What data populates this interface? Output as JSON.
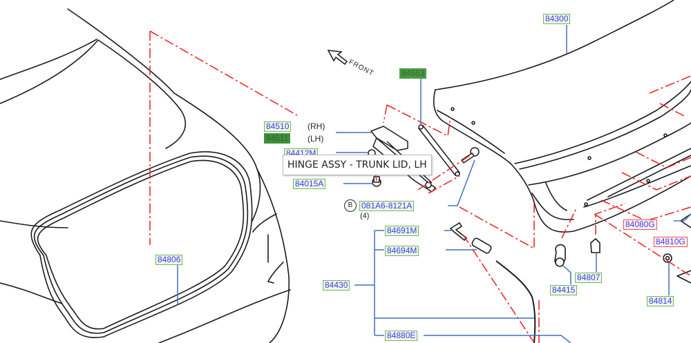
{
  "diagram": {
    "orientation_label": "FRONT",
    "tooltip": "HINGE ASSY - TRUNK LID, LH",
    "bolt_callout": {
      "letter": "B",
      "quantity": "(4)"
    },
    "parts": [
      {
        "id": "p84300",
        "number": "84300",
        "state": "normal"
      },
      {
        "id": "p84553",
        "number": "84553",
        "state": "highlight"
      },
      {
        "id": "p84510",
        "number": "84510",
        "side": "(RH)",
        "state": "normal"
      },
      {
        "id": "p84511",
        "number": "84511",
        "side": "(LH)",
        "state": "selected"
      },
      {
        "id": "p84412M",
        "number": "84412M",
        "state": "normal"
      },
      {
        "id": "p84015A",
        "number": "84015A",
        "state": "normal"
      },
      {
        "id": "p081A6",
        "number": "081A6-8121A",
        "state": "normal"
      },
      {
        "id": "p84691M",
        "number": "84691M",
        "state": "normal"
      },
      {
        "id": "p84694M",
        "number": "84694M",
        "state": "normal"
      },
      {
        "id": "p84430",
        "number": "84430",
        "state": "normal"
      },
      {
        "id": "p84880E",
        "number": "84880E",
        "state": "normal"
      },
      {
        "id": "p84806",
        "number": "84806",
        "state": "normal"
      },
      {
        "id": "p84415",
        "number": "84415",
        "state": "normal"
      },
      {
        "id": "p84807",
        "number": "84807",
        "state": "normal"
      },
      {
        "id": "p84814",
        "number": "84814",
        "state": "normal"
      },
      {
        "id": "p84080G",
        "number": "84080G",
        "state": "red"
      },
      {
        "id": "p84810G",
        "number": "84810G",
        "state": "red"
      }
    ]
  },
  "colors": {
    "label_text": "#3a3af0",
    "label_border": "#6cb85a",
    "selected_fill": "#3f8f3a",
    "leader_line": "#3f6fbf",
    "phantom_line": "#f02828",
    "outline": "#1a1a1a"
  }
}
